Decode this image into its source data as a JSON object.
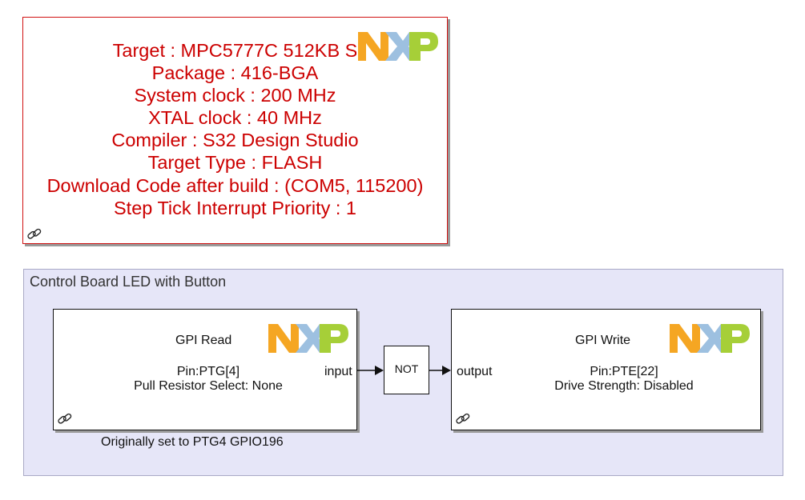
{
  "config_block": {
    "lines": [
      "Target : MPC5777C 512KB S",
      "Package : 416-BGA",
      "System clock : 200 MHz",
      "XTAL clock : 40 MHz",
      "Compiler : S32 Design Studio",
      "Target Type : FLASH",
      "Download Code after build : (COM5, 115200)",
      "Step Tick Interrupt Priority : 1"
    ],
    "text_color": "#cc0000",
    "logo": "nxp-logo",
    "link_icon": "link-icon"
  },
  "subsystem": {
    "title": "Control Board LED with Button",
    "background": "#e6e6f8"
  },
  "gpi_read": {
    "title": "GPI Read",
    "pin": "Pin:PTG[4]",
    "resistor": "Pull Resistor Select: None",
    "port_label": "input",
    "note": "Originally set to PTG4 GPIO196"
  },
  "not_block": {
    "label": "NOT"
  },
  "gpi_write": {
    "title": "GPI Write",
    "pin": "Pin:PTE[22]",
    "drive": "Drive Strength: Disabled",
    "port_label": "output"
  },
  "colors": {
    "nxp_orange": "#f5a623",
    "nxp_blue": "#9dc0e0",
    "nxp_green": "#a6cf38"
  }
}
